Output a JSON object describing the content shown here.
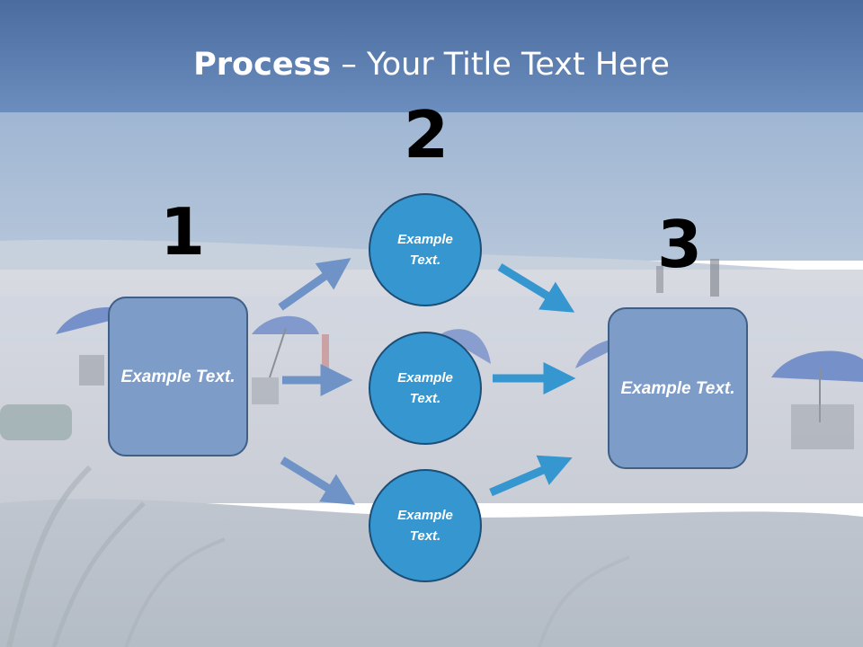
{
  "slide": {
    "title_bold": "Process",
    "title_rest": " – Your Title Text Here",
    "step_numbers": [
      "1",
      "2",
      "3"
    ],
    "left_box": "Example Text.",
    "right_box": "Example Text.",
    "circles": [
      "Example Text.",
      "Example Text.",
      "Example Text."
    ]
  },
  "colors": {
    "box_fill": "#7d9cc8",
    "circle_fill": "#3596d0",
    "arrow_left": "#6f93c6",
    "arrow_right": "#3596d0"
  }
}
